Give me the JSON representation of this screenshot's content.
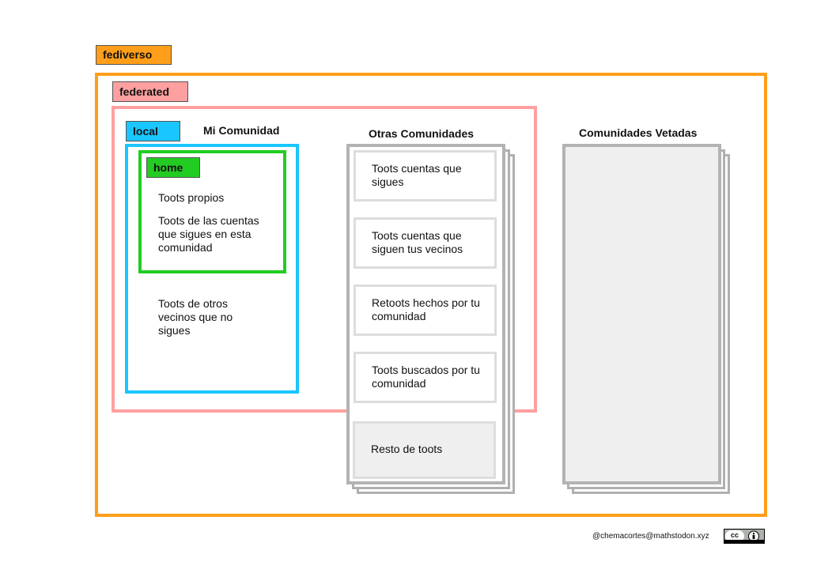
{
  "labels": {
    "fediverso": "fediverso",
    "federated": "federated",
    "local": "local",
    "home": "home"
  },
  "headings": {
    "mi_comunidad": "Mi Comunidad",
    "otras_comunidades": "Otras Comunidades",
    "comunidades_vetadas": "Comunidades Vetadas"
  },
  "home_texts": {
    "propios": "Toots propios",
    "cuentas_que_sigues": "Toots de las cuentas que sigues en esta comunidad"
  },
  "local_texts": {
    "otros_vecinos": "Toots de otros vecinos que no sigues"
  },
  "otras_cards": [
    "Toots cuentas que sigues",
    "Toots cuentas que siguen tus vecinos",
    "Retoots hechos por tu comunidad",
    "Toots buscados por tu comunidad",
    "Resto de toots"
  ],
  "footer": {
    "credit": "@chemacortes@mathstodon.xyz",
    "license_icon": "cc-by-icon"
  },
  "colors": {
    "fediverso": "#ff9e1a",
    "federated": "#ffa0a0",
    "local": "#1ac6ff",
    "home": "#22cc22",
    "stack_border": "#b3b3b3",
    "card_border": "#dddddd"
  }
}
